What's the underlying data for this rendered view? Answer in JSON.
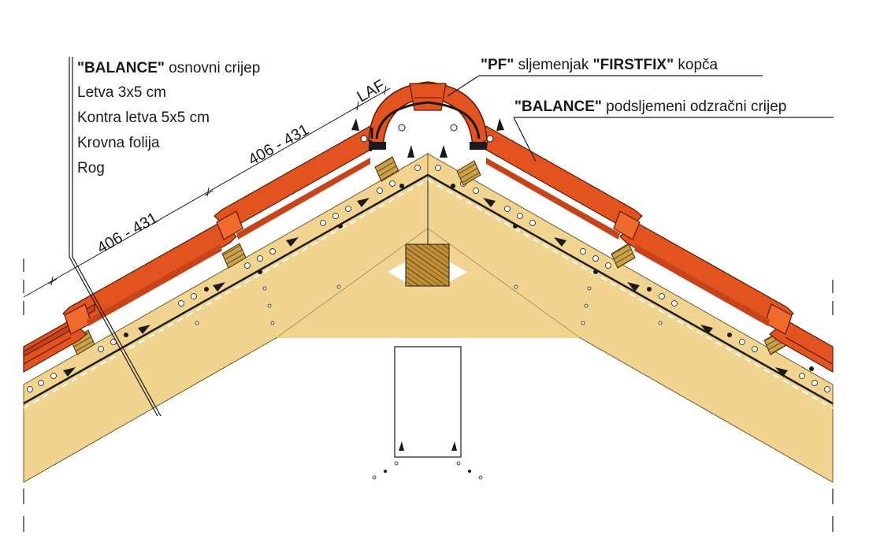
{
  "legend_left": {
    "item1_bold": "\"BALANCE\"",
    "item1_rest": " osnovni crijep",
    "item2": "Letva 3x5 cm",
    "item3": "Kontra letva 5x5 cm",
    "item4": "Krovna folija",
    "item5": "Rog"
  },
  "label_ridge": {
    "part1": "\"PF\"",
    "part2": " sljemenjak ",
    "part3": "\"FIRSTFIX\"",
    "part4": " kopča"
  },
  "label_vent": {
    "part1": "\"BALANCE\"",
    "part2": " podsljemeni odzračni crijep"
  },
  "dimensions": {
    "spacing_upper": "406 - 431",
    "spacing_lower": "406 - 431",
    "laf": "LAF"
  },
  "colors": {
    "tile": "#e2531f",
    "tile_dark": "#8a2a0c",
    "wood": "#f0d490",
    "batten": "#c9a24a",
    "post": "#b8852a"
  }
}
